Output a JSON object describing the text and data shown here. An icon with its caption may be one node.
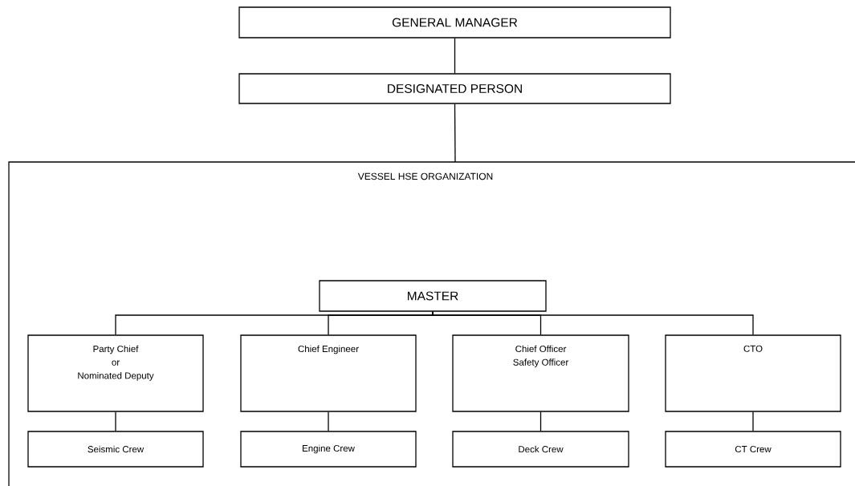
{
  "diagram": {
    "nodes": [
      {
        "text": [
          "GENERAL MANAGER"
        ]
      },
      {
        "text": [
          "DESIGNATED PERSON"
        ]
      },
      {
        "text": [
          "VESSEL HSE ORGANIZATION"
        ]
      },
      {
        "text": [
          "MASTER"
        ],
        "in": 2
      },
      {
        "text": [
          "Party Chief",
          "or",
          "Nominated Deputy"
        ],
        "in": 2
      },
      {
        "text": [
          "Chief Engineer"
        ],
        "in": 2
      },
      {
        "text": [
          "Chief Officer",
          "Safety Officer"
        ],
        "in": 2
      },
      {
        "text": [
          "CTO"
        ],
        "in": 2
      },
      {
        "text": [
          "Seismic Crew"
        ],
        "in": 2
      },
      {
        "text": [
          "Engine Crew"
        ],
        "in": 2
      },
      {
        "text": [
          "Deck Crew"
        ],
        "in": 2
      },
      {
        "text": [
          "CT Crew"
        ],
        "in": 2
      }
    ],
    "edges": [
      {
        "from": 0,
        "to": 1,
        "arrow": "none"
      },
      {
        "from": 1,
        "to": 2,
        "arrow": "none"
      },
      {
        "from": 3,
        "to": 4,
        "arrow": "none"
      },
      {
        "from": 3,
        "to": 5,
        "arrow": "none"
      },
      {
        "from": 3,
        "to": 6,
        "arrow": "none"
      },
      {
        "from": 3,
        "to": 7,
        "arrow": "none"
      },
      {
        "from": 4,
        "to": 8,
        "arrow": "none"
      },
      {
        "from": 5,
        "to": 9,
        "arrow": "none"
      },
      {
        "from": 6,
        "to": 10,
        "arrow": "none"
      },
      {
        "from": 7,
        "to": 11,
        "arrow": "none"
      }
    ]
  }
}
